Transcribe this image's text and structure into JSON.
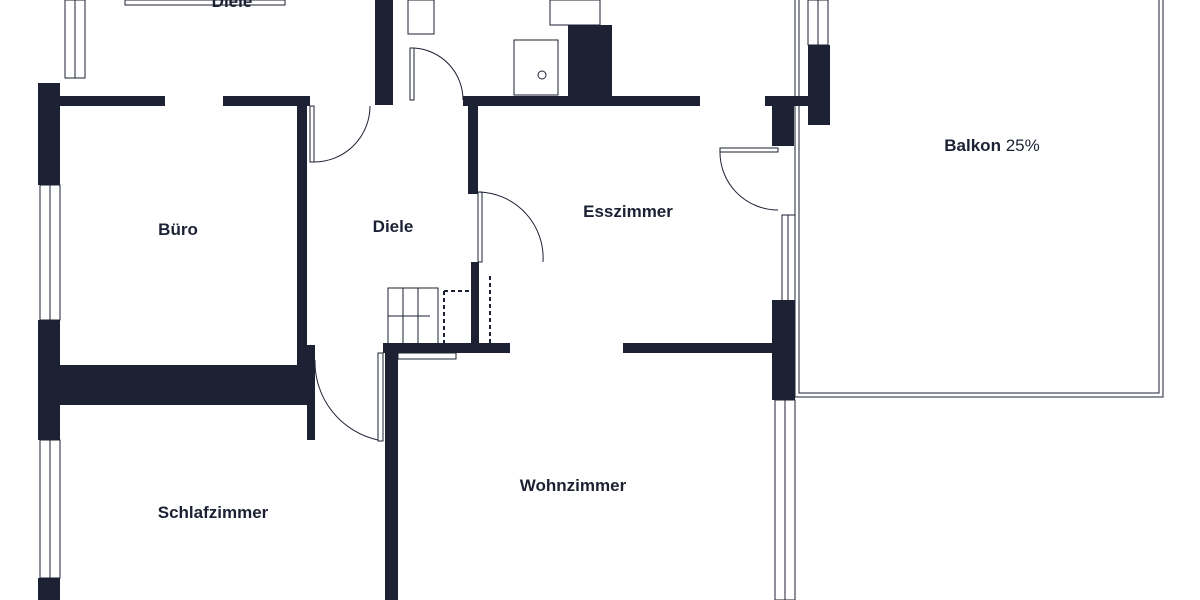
{
  "colors": {
    "wall": "#1c2233",
    "background": "#ffffff",
    "line": "#1c2233"
  },
  "rooms": [
    {
      "name": "Diele"
    },
    {
      "name": "Büro"
    },
    {
      "name": "Diele"
    },
    {
      "name": "Esszimmer"
    },
    {
      "name": "Balkon",
      "area_note": "25%"
    },
    {
      "name": "Wohnzimmer"
    },
    {
      "name": "Schlafzimmer"
    }
  ]
}
